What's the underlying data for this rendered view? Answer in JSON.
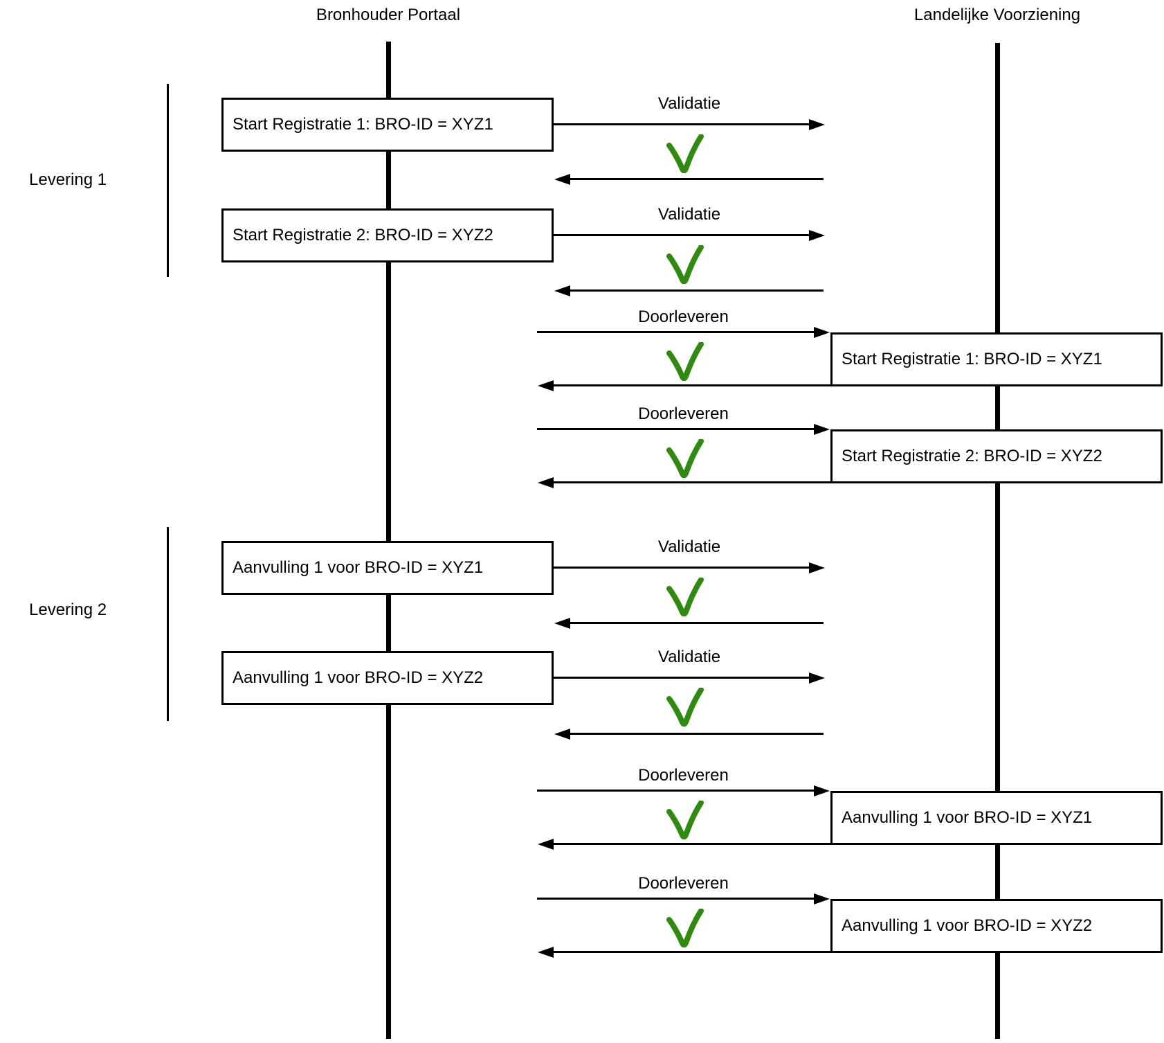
{
  "diagram": {
    "background": "#ffffff",
    "line_color": "#000000",
    "check_color": "#2e8b0e"
  },
  "actors": {
    "left": {
      "title": "Bronhouder Portaal"
    },
    "right": {
      "title": "Landelijke Voorziening"
    }
  },
  "groups": [
    {
      "label": "Levering 1"
    },
    {
      "label": "Levering 2"
    }
  ],
  "left_boxes": [
    "Start Registratie 1: BRO-ID = XYZ1",
    "Start Registratie 2: BRO-ID = XYZ2",
    "Aanvulling 1 voor BRO-ID = XYZ1",
    "Aanvulling 1 voor BRO-ID = XYZ2"
  ],
  "right_boxes": [
    "Start Registratie 1: BRO-ID = XYZ1",
    "Start Registratie 2: BRO-ID = XYZ2",
    "Aanvulling 1 voor BRO-ID = XYZ1",
    "Aanvulling 1 voor BRO-ID = XYZ2"
  ],
  "exchanges": [
    {
      "label": "Validatie",
      "result_icon": "green-checkmark"
    },
    {
      "label": "Validatie",
      "result_icon": "green-checkmark"
    },
    {
      "label": "Doorleveren",
      "result_icon": "green-checkmark"
    },
    {
      "label": "Doorleveren",
      "result_icon": "green-checkmark"
    },
    {
      "label": "Validatie",
      "result_icon": "green-checkmark"
    },
    {
      "label": "Validatie",
      "result_icon": "green-checkmark"
    },
    {
      "label": "Doorleveren",
      "result_icon": "green-checkmark"
    },
    {
      "label": "Doorleveren",
      "result_icon": "green-checkmark"
    }
  ]
}
